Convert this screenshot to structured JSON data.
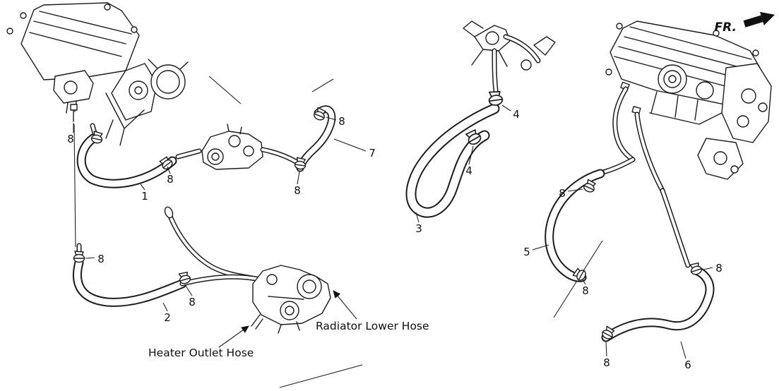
{
  "orientation": {
    "label": "FR."
  },
  "labels": {
    "heater_outlet_hose": "Heater Outlet Hose",
    "radiator_lower_hose": "Radiator Lower Hose"
  },
  "callouts": [
    {
      "n": "8"
    },
    {
      "n": "8"
    },
    {
      "n": "1"
    },
    {
      "n": "8"
    },
    {
      "n": "7"
    },
    {
      "n": "8"
    },
    {
      "n": "8"
    },
    {
      "n": "8"
    },
    {
      "n": "2"
    },
    {
      "n": "4"
    },
    {
      "n": "4"
    },
    {
      "n": "3"
    },
    {
      "n": "8"
    },
    {
      "n": "5"
    },
    {
      "n": "8"
    },
    {
      "n": "8"
    },
    {
      "n": "8"
    },
    {
      "n": "6"
    }
  ]
}
